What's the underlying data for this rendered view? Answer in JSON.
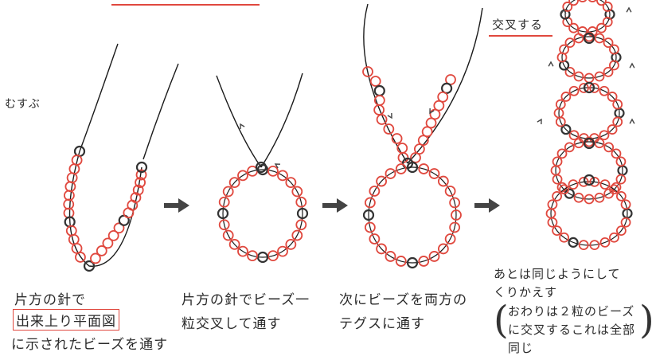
{
  "colors": {
    "bead_red": "#e0483e",
    "bead_dark": "#333333",
    "thread": "#1a1a1a",
    "arrow": "#444444",
    "accent_line": "#e0483e"
  },
  "labels": {
    "tie": "むすぶ",
    "cross_heading": "交叉する",
    "step1_line1": "片方の針で",
    "step1_box": "出来上り平面図",
    "step1_line3": "に示されたビーズを通す",
    "step2_line1": "片方の針でビーズ一",
    "step2_line2": "粒交叉して通す",
    "step3_line1": "次にビーズを両方の",
    "step3_line2": "テグスに通す",
    "step4_line1": "あとは同じようにして",
    "step4_line2": "くりかえす",
    "note_line1": "おわりは２粒のビーズ",
    "note_line2": "に交叉するこれは全部",
    "note_line3": "同じ"
  },
  "icons": [
    "right-arrow-icon",
    "up-arrow-icon",
    "down-arrow-icon"
  ]
}
